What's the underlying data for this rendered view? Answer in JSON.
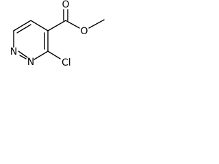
{
  "molecule": {
    "atoms": {
      "carbonyl_oxygen": "O",
      "ester_oxygen": "O",
      "ring_nitrogen_1": "N",
      "ring_nitrogen_2": "N",
      "chlorine": "Cl"
    }
  }
}
